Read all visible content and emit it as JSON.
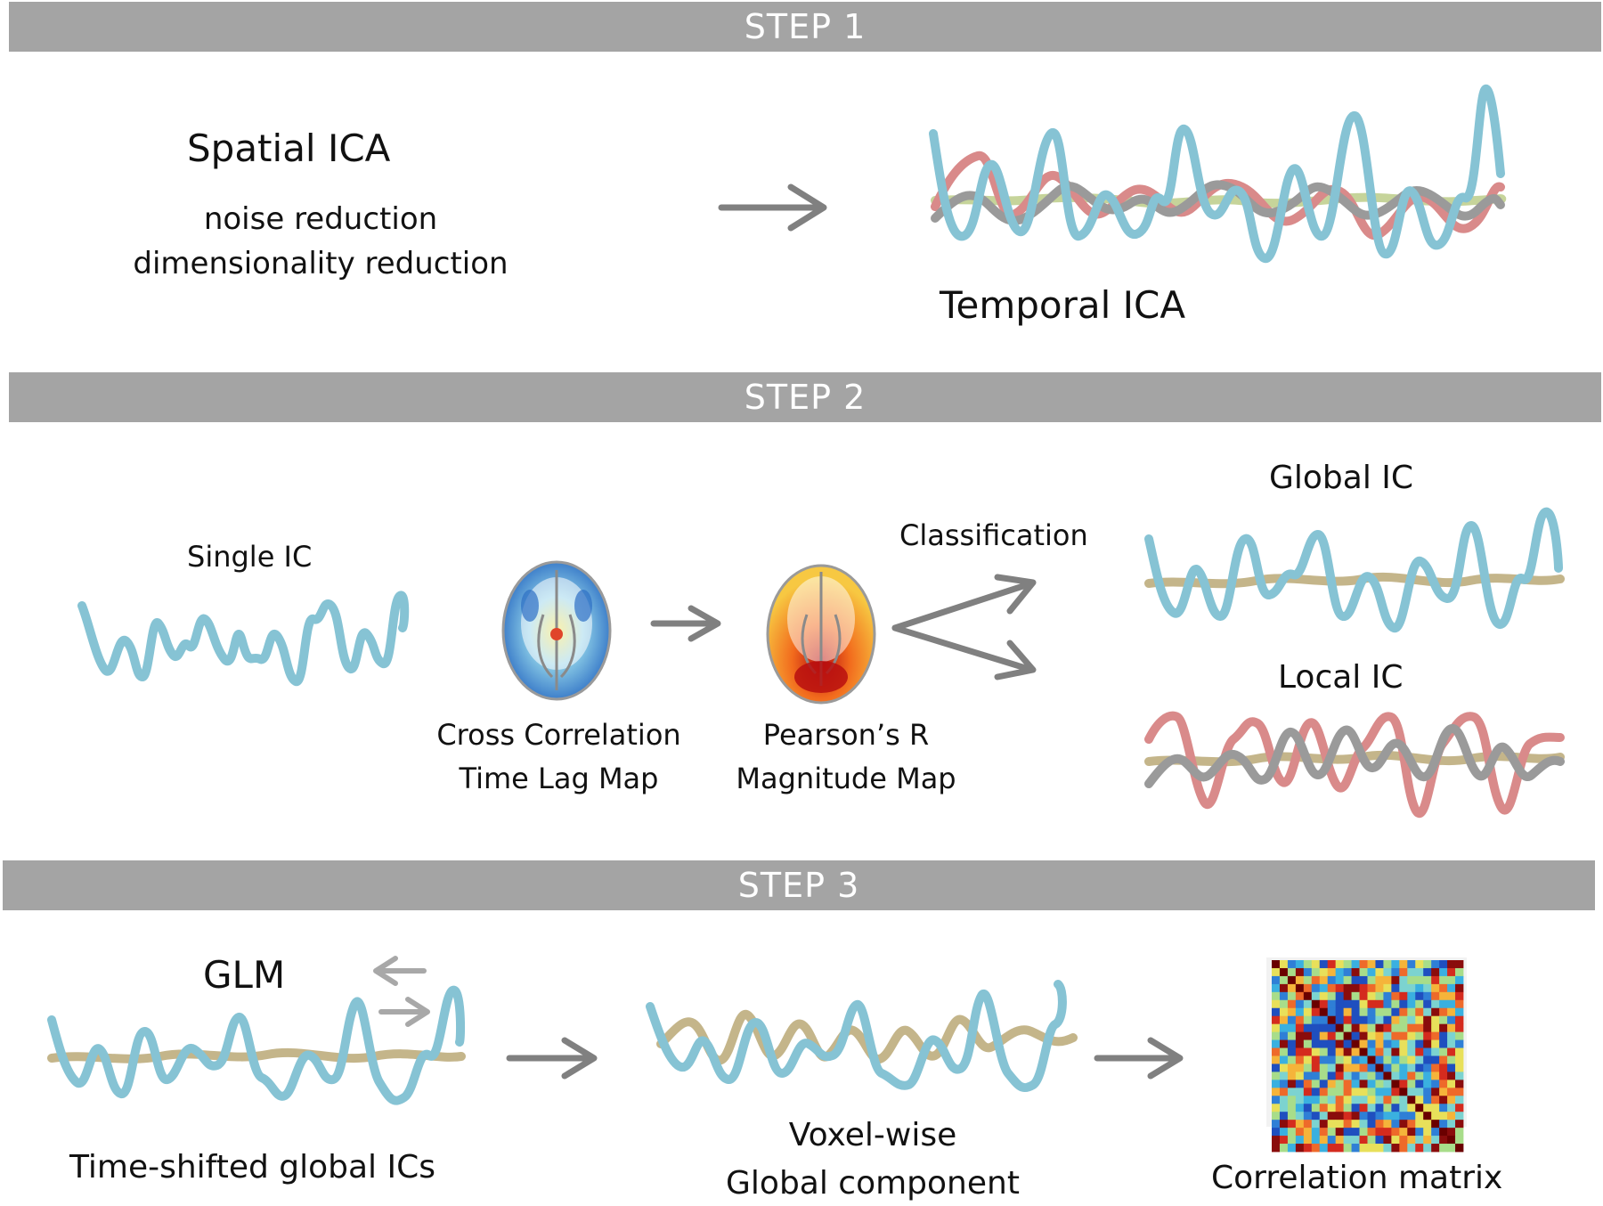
{
  "step1": {
    "banner": "STEP 1",
    "spatial_title": "Spatial ICA",
    "spatial_line1": "noise reduction",
    "spatial_line2": "dimensionality reduction",
    "temporal_title": "Temporal ICA"
  },
  "step2": {
    "banner": "STEP 2",
    "single_ic": "Single IC",
    "cross_line1": "Cross Correlation",
    "cross_line2": "Time Lag Map",
    "pearson_line1": "Pearson’s R",
    "pearson_line2": "Magnitude Map",
    "classification": "Classification",
    "global_ic": "Global IC",
    "local_ic": "Local IC"
  },
  "step3": {
    "banner": "STEP 3",
    "glm": "GLM",
    "time_shifted": "Time-shifted global ICs",
    "voxel_line1": "Voxel-wise",
    "voxel_line2": "Global component",
    "corr_matrix": "Correlation matrix"
  },
  "colors": {
    "banner": "#a4a4a4",
    "blue_trace": "#86c3d4",
    "red_trace": "#d98a8a",
    "gray_trace": "#9a9a9a",
    "green_trace": "#c6d49a",
    "tan_trace": "#c4b58a",
    "arrow": "#808080"
  }
}
